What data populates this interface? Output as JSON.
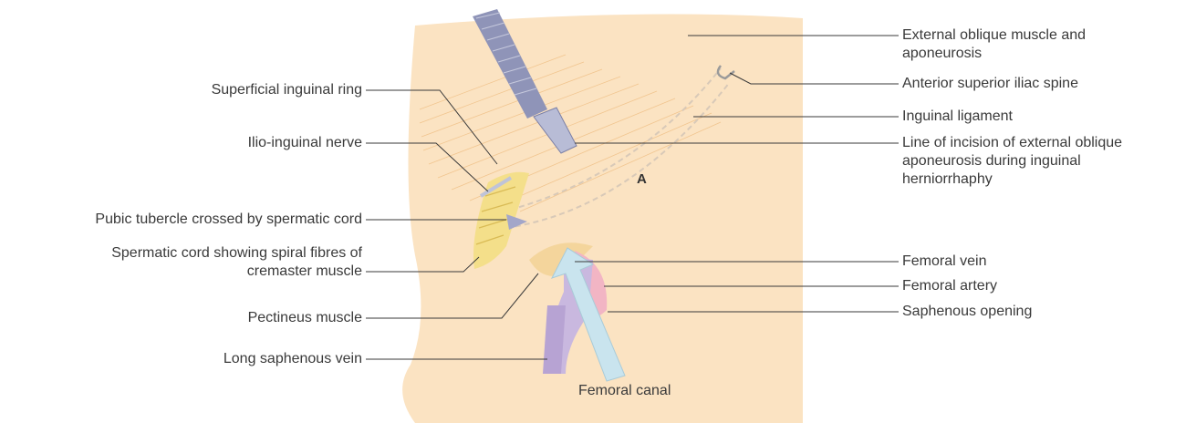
{
  "marker": "A",
  "left_labels": {
    "superficial_ring": "Superficial inguinal ring",
    "ilio_inguinal_nerve": "Ilio-inguinal nerve",
    "pubic_tubercle": "Pubic tubercle crossed by spermatic cord",
    "spermatic_cord_l1": "Spermatic cord showing spiral fibres of",
    "spermatic_cord_l2": "cremaster muscle",
    "pectineus": "Pectineus muscle",
    "long_saphenous": "Long saphenous vein"
  },
  "right_labels": {
    "external_oblique_l1": "External oblique muscle and",
    "external_oblique_l2": "aponeurosis",
    "asis": "Anterior superior iliac spine",
    "inguinal_ligament": "Inguinal ligament",
    "incision_l1": "Line of incision of external oblique",
    "incision_l2": "aponeurosis during inguinal",
    "incision_l3": "herniorrhaphy",
    "femoral_vein": "Femoral vein",
    "femoral_artery": "Femoral artery",
    "saphenous_opening": "Saphenous opening"
  },
  "bottom_label": "Femoral canal",
  "colors": {
    "skin": "#fbe3c2",
    "muscle_lines": "#f1c58f",
    "vein": "#c9b8df",
    "artery": "#f2b5c4",
    "cord": "#f4df8a",
    "arrow": "#c9e4ee",
    "leader": "#3a3a3a"
  }
}
